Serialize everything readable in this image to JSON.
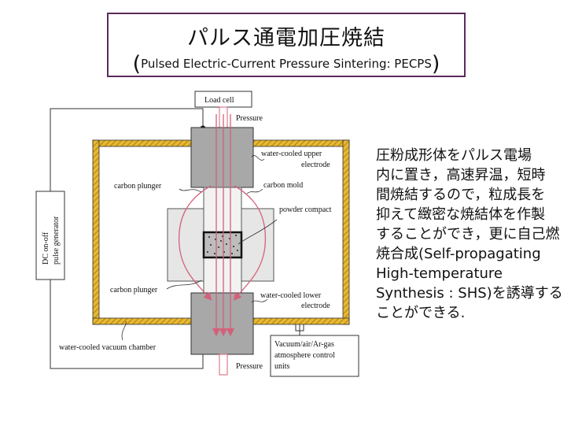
{
  "title": {
    "jp": "パルス通電加圧焼結",
    "en_open": "(",
    "en": "Pulsed Electric-Current Pressure Sintering: PECPS",
    "en_close": ")"
  },
  "diagram": {
    "load_cell": "Load cell",
    "pressure_top": "Pressure",
    "pressure_bottom": "Pressure",
    "upper_electrode": [
      "water-cooled upper",
      "electrode"
    ],
    "lower_electrode": [
      "water-cooled lower",
      "electrode"
    ],
    "carbon_plunger_top": "carbon plunger",
    "carbon_plunger_bottom": "carbon plunger",
    "carbon_mold": "carbon mold",
    "powder_compact": "powder compact",
    "pulse_generator": [
      "DC on-off",
      "pulse generator"
    ],
    "vacuum_chamber": "water-cooled vacuum chamber",
    "atmosphere_control": [
      "Vacuum/air/Ar-gas",
      "atmosphere control",
      "units"
    ]
  },
  "description": [
    "圧粉成形体をパルス電場",
    "内に置き，高速昇温，短時",
    "間焼結するので，粒成長を",
    "抑えて緻密な焼結体を作製",
    "することができ，更に自己燃",
    "焼合成(Self-propagating",
    "High-temperature",
    "Synthesis : SHS)を誘導する",
    "ことができる."
  ],
  "colors": {
    "title_border": "#5b2a5c",
    "chamber_wall": "#e8b830",
    "arrow": "#d4607a",
    "electrode": "#a8a8a8"
  }
}
